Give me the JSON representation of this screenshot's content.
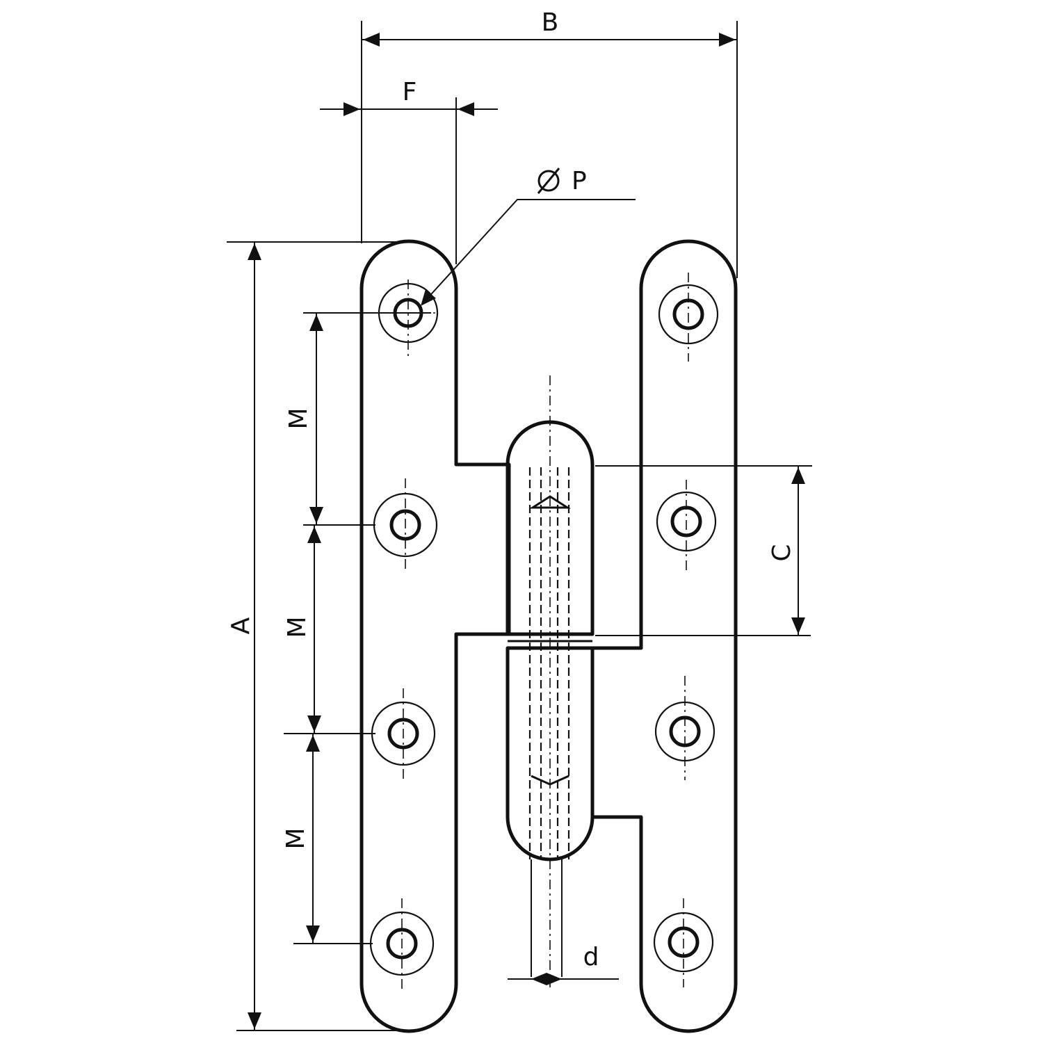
{
  "labels": {
    "B": "B",
    "F": "F",
    "P": "P",
    "P_symbol": "diameter-symbol",
    "A": "A",
    "M1": "M",
    "M2": "M",
    "M3": "M",
    "C": "C",
    "d": "d"
  }
}
